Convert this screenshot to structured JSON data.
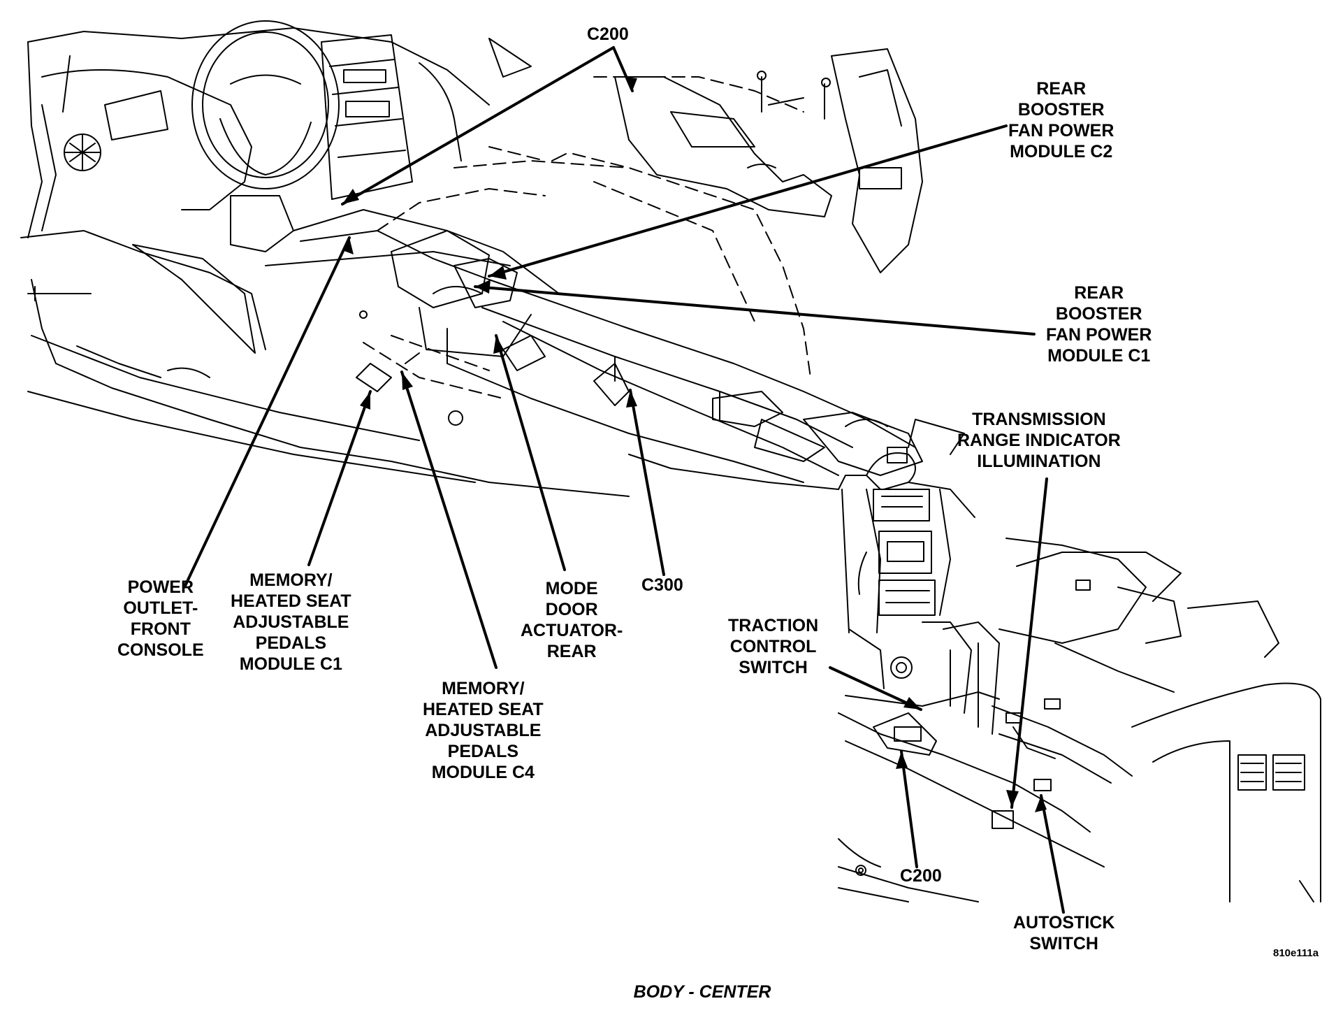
{
  "labels": {
    "c200_top": [
      "C200"
    ],
    "booster_c2": [
      "REAR",
      "BOOSTER",
      "FAN POWER",
      "MODULE C2"
    ],
    "booster_c1": [
      "REAR",
      "BOOSTER",
      "FAN POWER",
      "MODULE C1"
    ],
    "trans_range": [
      "TRANSMISSION",
      "RANGE INDICATOR",
      "ILLUMINATION"
    ],
    "power_outlet": [
      "POWER",
      "OUTLET-",
      "FRONT",
      "CONSOLE"
    ],
    "memory_c1": [
      "MEMORY/",
      "HEATED SEAT",
      "ADJUSTABLE",
      "PEDALS",
      "MODULE C1"
    ],
    "mode_door": [
      "MODE",
      "DOOR",
      "ACTUATOR-",
      "REAR"
    ],
    "c300": [
      "C300"
    ],
    "memory_c4": [
      "MEMORY/",
      "HEATED SEAT",
      "ADJUSTABLE",
      "PEDALS",
      "MODULE C4"
    ],
    "traction": [
      "TRACTION",
      "CONTROL",
      "SWITCH"
    ],
    "c200_bottom": [
      "C200"
    ],
    "autostick": [
      "AUTOSTICK",
      "SWITCH"
    ]
  },
  "figure_id": "810e111a",
  "caption": "BODY - CENTER"
}
